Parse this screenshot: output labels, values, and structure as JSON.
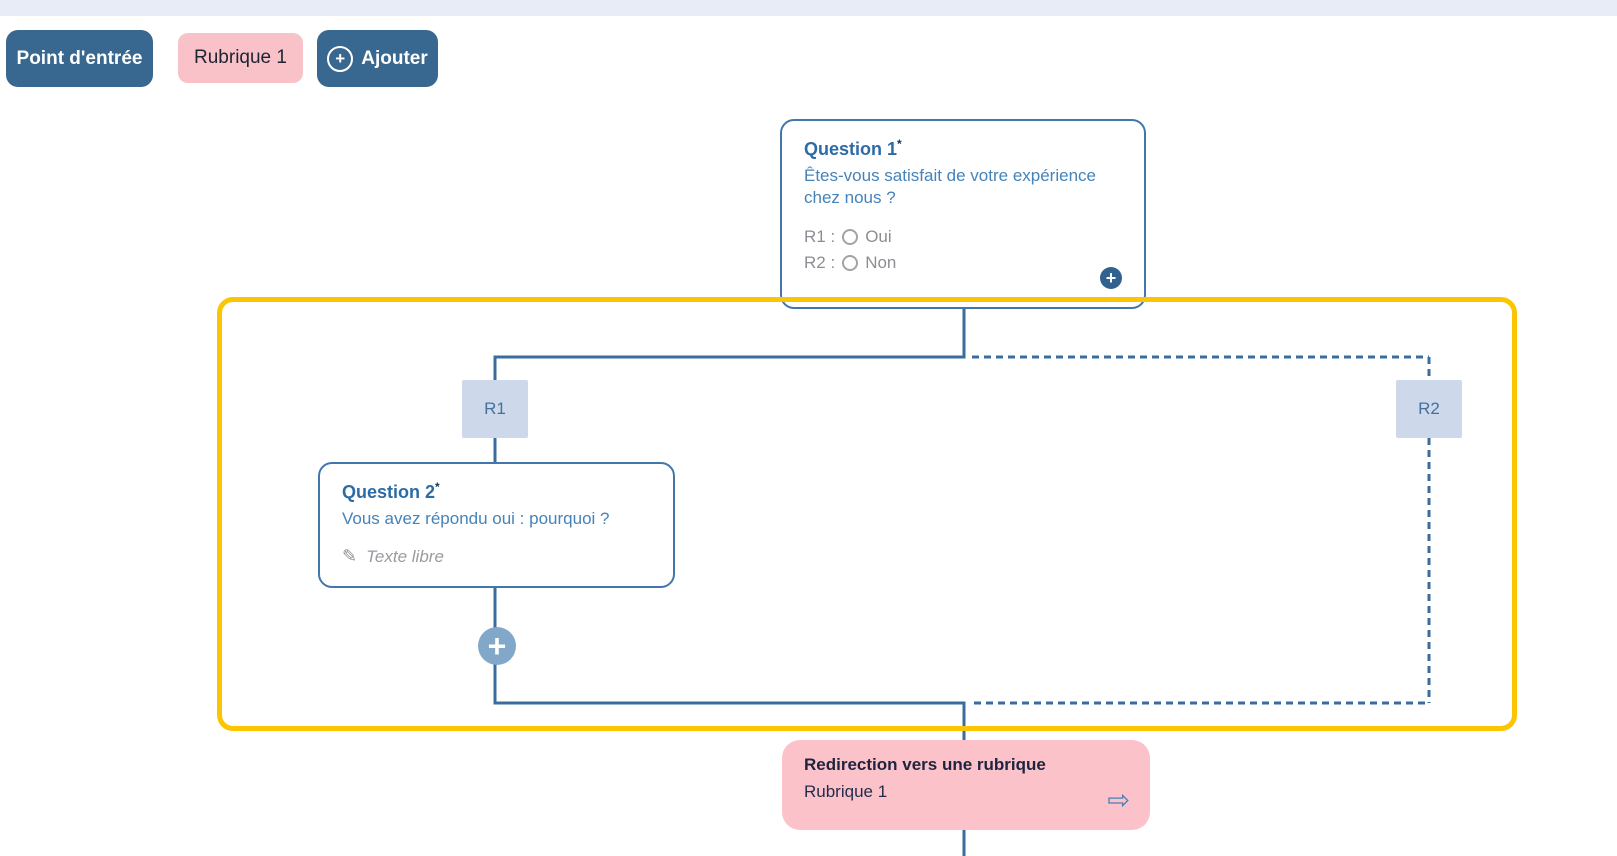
{
  "toolbar": {
    "entry_point_label": "Point d'entrée",
    "rubrique_label": "Rubrique 1",
    "add_label": "Ajouter"
  },
  "icons": {
    "plus": "+",
    "pencil": "✎",
    "redirect_arrow": "⇨"
  },
  "flow": {
    "question1": {
      "title": "Question 1",
      "required_marker": "*",
      "text": "Êtes-vous satisfait de votre expérience chez nous ?",
      "answers": [
        {
          "prefix": "R1 :",
          "label": "Oui"
        },
        {
          "prefix": "R2 :",
          "label": "Non"
        }
      ]
    },
    "branch_labels": {
      "r1": "R1",
      "r2": "R2"
    },
    "question2": {
      "title": "Question 2",
      "required_marker": "*",
      "text": "Vous avez répondu oui : pourquoi ?",
      "placeholder": "Texte libre"
    },
    "redirection": {
      "title": "Redirection vers une rubrique",
      "target": "Rubrique 1"
    }
  },
  "colors": {
    "primary_blue": "#38678F",
    "line_blue": "#3A6D9E",
    "pink": "#F9C1C8",
    "highlight_yellow": "#FCC501",
    "branch_box_bg": "#CDD9EB",
    "question_text_blue": "#4583B9",
    "muted_gray": "#8B8E94"
  }
}
